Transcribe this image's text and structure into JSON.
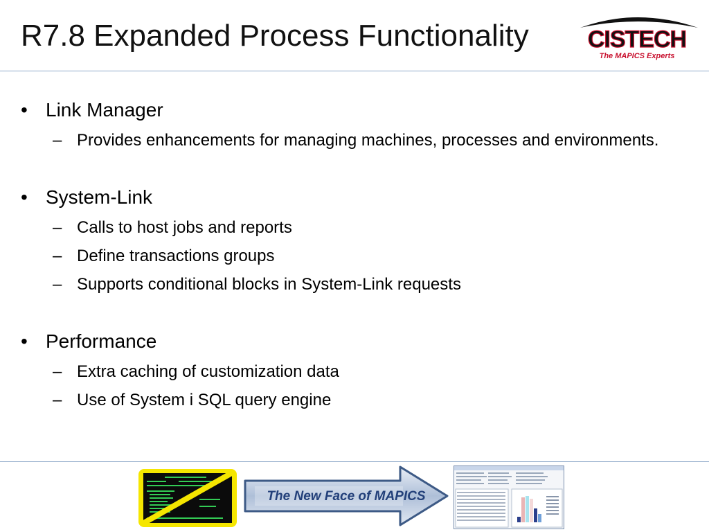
{
  "slide": {
    "title": "R7.8 Expanded Process Functionality",
    "logo": {
      "name": "CISTECH",
      "tagline": "The MAPICS Experts"
    },
    "bullets": [
      {
        "label": "Link Manager",
        "subitems": [
          "Provides enhancements for managing machines, processes and environments."
        ]
      },
      {
        "label": "System-Link",
        "subitems": [
          "Calls to host jobs and reports",
          "Define transactions groups",
          "Supports conditional blocks in System-Link requests"
        ]
      },
      {
        "label": "Performance",
        "subitems": [
          "Extra caching of customization data",
          "Use of System i SQL query engine"
        ]
      }
    ],
    "bullet_symbol": "•",
    "sub_bullet_symbol": "–",
    "banner": {
      "text": "The New Face of MAPICS"
    },
    "colors": {
      "rule": "#8fa9c9",
      "banner_text": "#23407a",
      "logo_red": "#c8102e",
      "strike": "#f5e600"
    }
  }
}
